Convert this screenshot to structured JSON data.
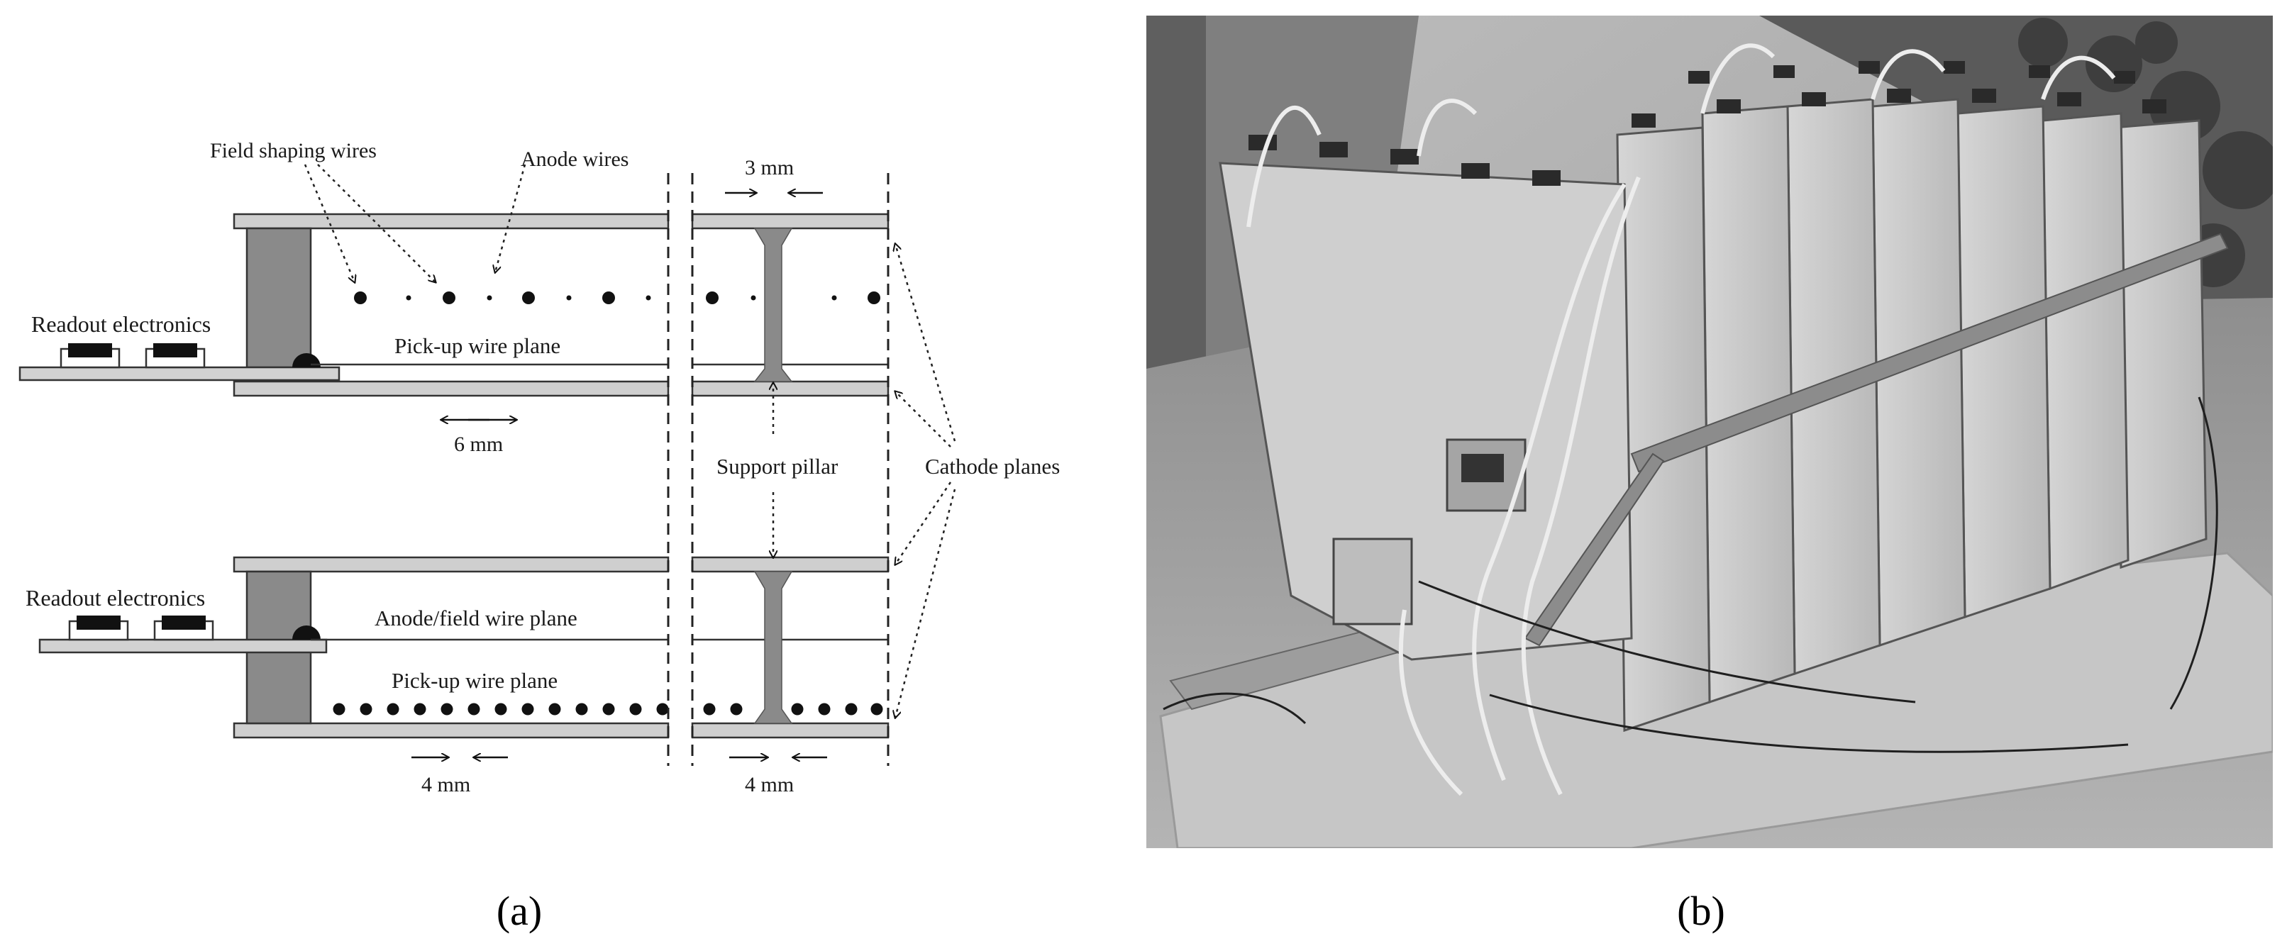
{
  "panel_a": {
    "labels": {
      "field_shaping_wires": "Field shaping wires",
      "anode_wires": "Anode wires",
      "gap_3mm": "3 mm",
      "readout_electronics_top": "Readout electronics",
      "pickup_wire_plane_top": "Pick-up wire plane",
      "pitch_6mm": "6 mm",
      "support_pillar": "Support pillar",
      "cathode_planes": "Cathode planes",
      "readout_electronics_bottom": "Readout electronics",
      "anode_field_wire_plane": "Anode/field wire plane",
      "pickup_wire_plane_bottom": "Pick-up wire plane",
      "pitch_4mm_left": "4 mm",
      "pitch_4mm_right": "4 mm"
    }
  },
  "captions": {
    "a": "(a)",
    "b": "(b)"
  },
  "colors": {
    "plate_fill": "#c9c9c9",
    "plate_stroke": "#3a3a3a",
    "pillar_fill": "#8a8a8a",
    "ink": "#111111"
  }
}
